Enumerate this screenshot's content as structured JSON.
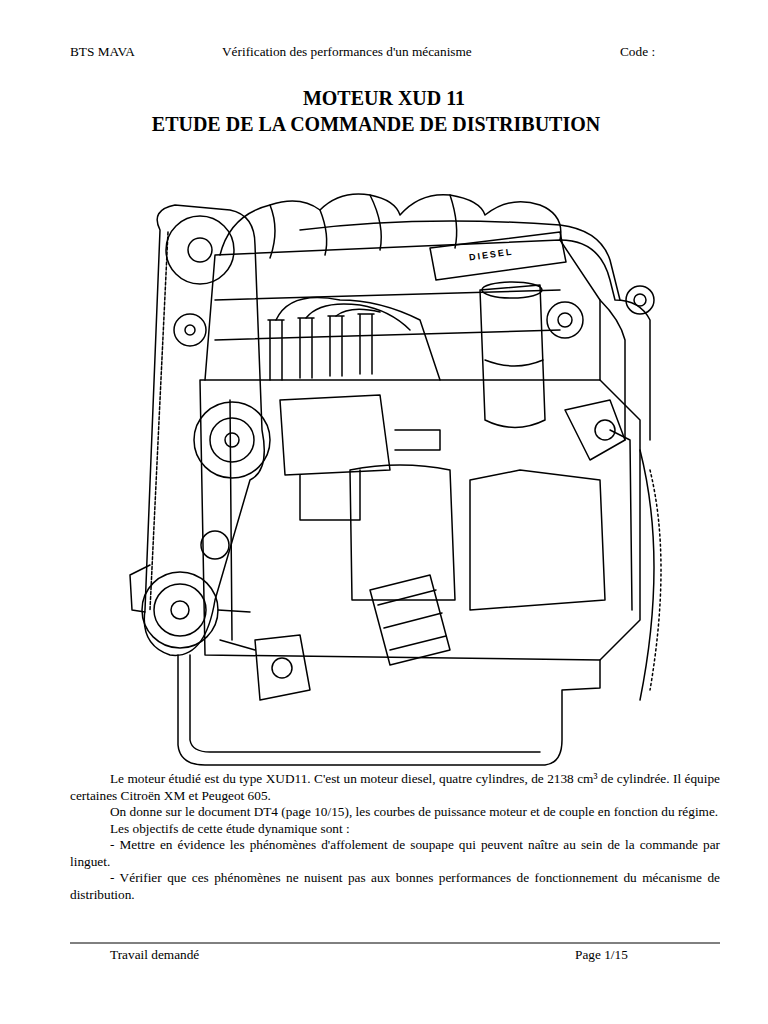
{
  "diagram": {
    "title": "MOTEUR XUD 11",
    "labels": [
      "BTS MAVA",
      "Vérification des performances d'un mécanisme",
      "Code :",
      "ETUDE DE LA COMMANDE DE DISTRIBUTION",
      "DIESEL",
      "Le moteur étudié est du type XUD11. C'est un moteur diesel, quatre cylindres, de 2138 cm³ de cylindrée. Il équipe certaines Citroën XM et Peugeot 605.",
      "On donne sur le document DT4 (page 10/15), les courbes de puissance moteur et de couple en fonction du régime.",
      "Les objectifs de cette étude dynamique sont :",
      "- Mettre en évidence les phénomènes d'affolement de soupape qui peuvent naître au sein de la commande par linguet.",
      "- Vérifier que ces phénomènes ne nuisent pas aux bonnes performances de fonctionnement du mécanisme de distribution.",
      "Travail demandé",
      "Page 1/15"
    ]
  }
}
